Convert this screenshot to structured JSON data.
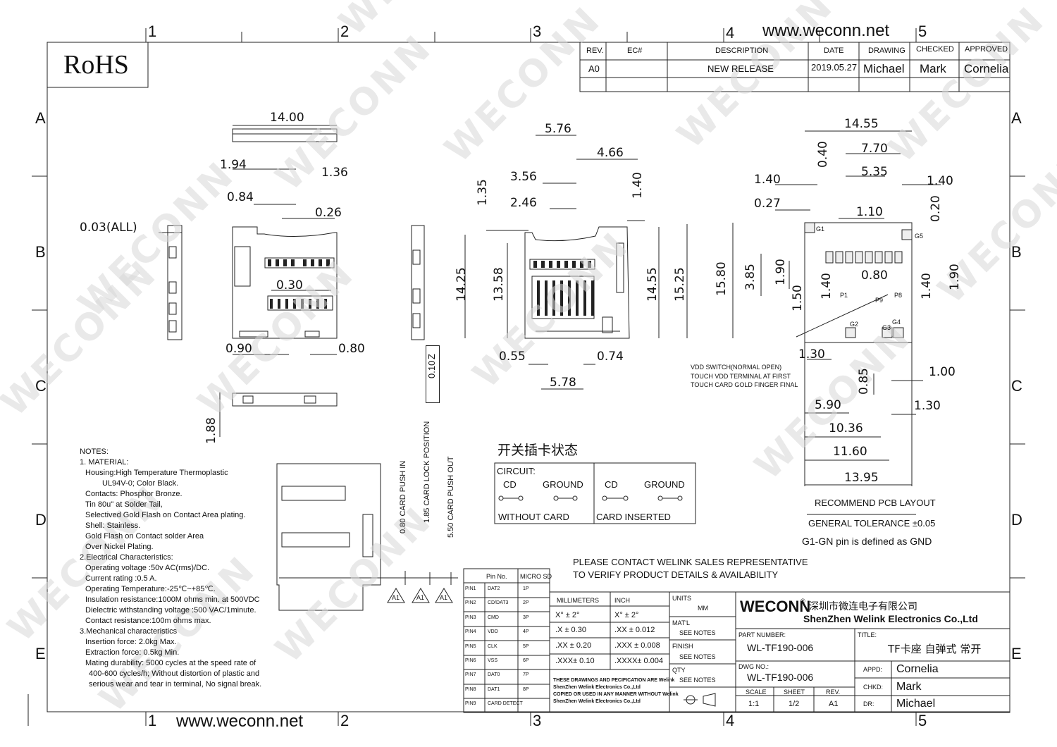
{
  "website": "www.weconn.net",
  "rohs": "RoHS",
  "grid_cols": [
    "1",
    "2",
    "3",
    "4",
    "5"
  ],
  "grid_rows": [
    "A",
    "B",
    "C",
    "D",
    "E"
  ],
  "watermark": "WECONN",
  "revision_table": {
    "headers": [
      "REV.",
      "EC#",
      "DESCRIPTION",
      "DATE",
      "DRAWING",
      "CHECKED",
      "APPROVED"
    ],
    "row": [
      "A0",
      "",
      "NEW RELEASE",
      "2019.05.27",
      "Michael",
      "Mark",
      "Cornelia"
    ]
  },
  "top_view": {
    "w_total": "14.00",
    "d1": "1.94",
    "d2": "1.36",
    "d3": "0.84",
    "d4": "0.26",
    "d5": "0.30",
    "d6": "0.90",
    "d7": "0.80",
    "h": "1.88",
    "side": "0.03(ALL)",
    "z": "0.10",
    "zlabel": "Z"
  },
  "mid_view": {
    "a": "5.76",
    "b": "4.66",
    "c": "3.56",
    "d": "2.46",
    "e": "1.35",
    "f": "1.40",
    "g": "14.25",
    "h": "13.58",
    "i": "14.55",
    "j": "15.25",
    "k": "0.55",
    "l": "0.74",
    "m": "5.78"
  },
  "pcb": {
    "w1": "14.55",
    "w2": "7.70",
    "w3": "5.35",
    "w4": "1.40",
    "w5": "1.40",
    "w6": "0.27",
    "w7": "1.10",
    "w8": "0.40",
    "w9": "0.20",
    "w10": "0.80",
    "h1": "15.80",
    "h2": "3.85",
    "h3": "1.90",
    "h4": "1.50",
    "h5": "1.40",
    "h6": "1.40",
    "h7": "1.90",
    "b1": "1.30",
    "b2": "1.00",
    "b3": "0.85",
    "b4": "5.90",
    "b5": "1.30",
    "b6": "10.36",
    "b7": "11.60",
    "b8": "13.95",
    "g1": "G1",
    "g2": "G2",
    "g3": "G3",
    "g4": "G4",
    "g5": "G5",
    "p1": "P1",
    "p8": "P8",
    "p9": "P9",
    "note1": "VDD SWITCH(NORMAL OPEN)",
    "note2": "TOUCH VDD TERMINAL AT FIRST",
    "note3": "TOUCH CARD GOLD FINGER FINAL",
    "title": "RECOMMEND PCB LAYOUT",
    "tol": "GENERAL TOLERANCE ±0.05",
    "gnd": "G1-GN pin is defined as GND"
  },
  "switch_state": {
    "title": "开关插卡状态",
    "circuit": "CIRCUIT:",
    "cd1": "CD",
    "gnd1": "GROUND",
    "cd2": "CD",
    "gnd2": "GROUND",
    "without": "WITHOUT CARD",
    "inserted": "CARD INSERTED"
  },
  "card_positions": {
    "p1": "0.80  CARD PUSH IN",
    "p2": "1.85  CARD LOCK POSITION",
    "p3": "5.50  CARD PUSH OUT",
    "a1": "A1"
  },
  "contact_note": [
    "PLEASE CONTACT WELINK SALES REPRESENTATIVE",
    "TO VERIFY PRODUCT DETAILS & AVAILABILITY"
  ],
  "notes": [
    "NOTES:",
    "1. MATERIAL:",
    "Housing:High Temperature Thermoplastic",
    "UL94V-0; Color Black.",
    "Contacts: Phosphor Bronze.",
    "Tin 80u\" at Solder Tail,",
    "Selectived Gold Flash on Contact Area plating.",
    "Shell: Stainless.",
    "Gold Flash on Contact solder Area",
    "Over Nickel Plating.",
    "2.Electrical Characteristics:",
    "Operating voltage :50v AC(rms)/DC.",
    "Current rating :0.5 A.",
    "Operating Temperature:-25℃~+85℃.",
    "Insulation resistance:1000M ohms min. at 500VDC",
    "Dielectric withstanding voltage :500 VAC/1minute.",
    "Contact resistance:100m ohms max.",
    "3.Mechanical characteristics",
    "Insertion force: 2.0kg Max.",
    "Extraction force: 0.5kg Min.",
    "Mating durability: 5000 cycles at the speed rate of",
    "400-600 cycles/h; Without distortion of plastic and",
    "serious wear and tear in terminal, No signal break."
  ],
  "pin_table": {
    "headers": [
      "Pin No.",
      "MICRO SD"
    ],
    "rows": [
      [
        "PIN1",
        "DAT2",
        "1P"
      ],
      [
        "PIN2",
        "CD/DAT3",
        "2P"
      ],
      [
        "PIN3",
        "CMD",
        "3P"
      ],
      [
        "PIN4",
        "VDD",
        "4P"
      ],
      [
        "PIN5",
        "CLK",
        "5P"
      ],
      [
        "PIN6",
        "VSS",
        "6P"
      ],
      [
        "PIN7",
        "DAT0",
        "7P"
      ],
      [
        "PIN8",
        "DAT1",
        "8P"
      ],
      [
        "PIN9",
        "CARD DETECT",
        ""
      ]
    ]
  },
  "tolerance_table": {
    "mm": "MILLIMETERS",
    "inch": "INCH",
    "rows": [
      [
        "X°  ±  2°",
        "X°  ±  2°"
      ],
      [
        ".X    ± 0.30",
        ".XX    ± 0.012"
      ],
      [
        ".XX  ± 0.20",
        ".XXX  ± 0.008"
      ],
      [
        ".XXX±  0.10",
        ".XXXX± 0.004"
      ]
    ],
    "disclaimer": [
      "THESE DRAWINGS AND PECIFICATION ARE Welink",
      "ShenZhen Welink Electronics Co.,Ltd",
      "COPIED OR USED IN ANY MANNER WITHOUT Welink",
      "ShenZhen Welink Electronics Co.,Ltd"
    ]
  },
  "units_block": {
    "units": "UNITS",
    "mm": "MM",
    "matl": "MAT'L",
    "finish": "FINISH",
    "qty": "QTY",
    "see": "SEE NOTES"
  },
  "title_block": {
    "brand": "WECONN",
    "reg": "®",
    "company_cn": "深圳市微连电子有限公司",
    "company_en": "ShenZhen Welink Electronics Co.,Ltd",
    "part_label": "PART NUMBER:",
    "part": "WL-TF190-006",
    "dwg_label": "DWG NO.:",
    "dwg": "WL-TF190-006",
    "title_label": "TITLE:",
    "title": "TF卡座 自弹式 常开",
    "scale_label": "SCALE",
    "scale": "1:1",
    "sheet_label": "SHEET",
    "sheet": "1/2",
    "rev_label": "REV.",
    "rev": "A1",
    "appd_label": "APPD:",
    "appd": "Cornelia",
    "chkd_label": "CHKD:",
    "chkd": "Mark",
    "dr_label": "DR:",
    "dr": "Michael"
  }
}
